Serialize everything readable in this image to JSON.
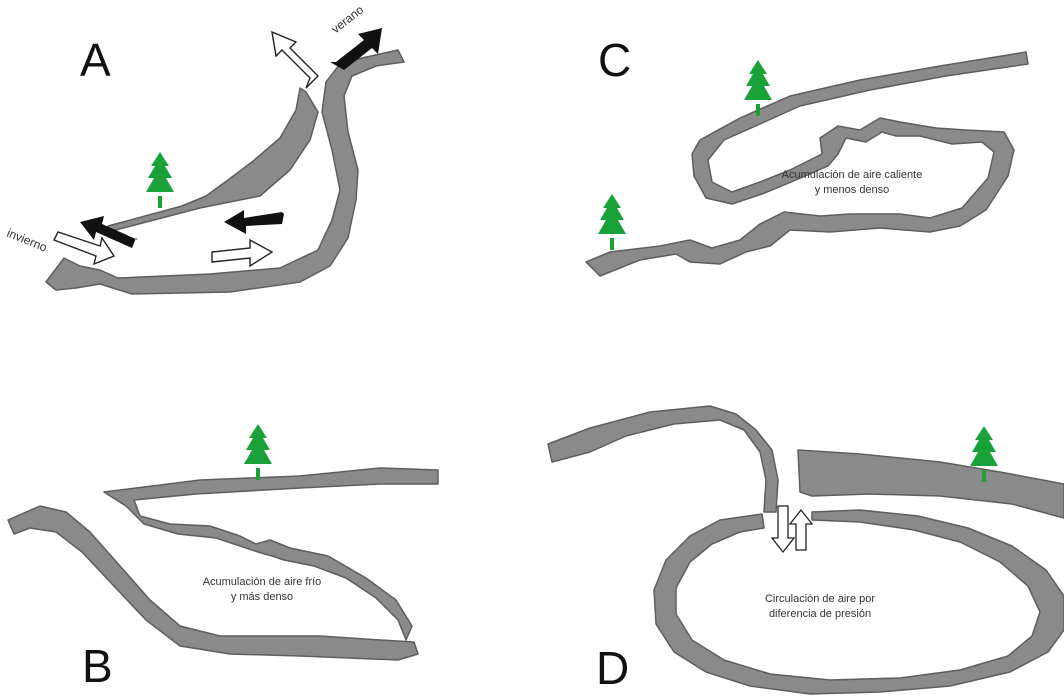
{
  "colors": {
    "rock": "#8a8a8a",
    "rock_edge": "#5e5e5e",
    "tree": "#1aa23a",
    "arrow_dark": "#111111",
    "arrow_light": "#ffffff"
  },
  "panels": {
    "a": {
      "letter": "A",
      "label_summer": "verano",
      "label_winter": "invierno"
    },
    "b": {
      "letter": "B",
      "note_line1": "Acumulación de aire frío",
      "note_line2": "y más denso"
    },
    "c": {
      "letter": "C",
      "note_line1": "Acumulación de aire caliente",
      "note_line2": "y menos denso"
    },
    "d": {
      "letter": "D",
      "note_line1": "Circulación de aire por",
      "note_line2": "diferencia de presión"
    }
  },
  "icons": {
    "tree": "pine-tree-icon",
    "arrow_dark": "dark-arrow-icon",
    "arrow_light": "outline-arrow-icon"
  }
}
